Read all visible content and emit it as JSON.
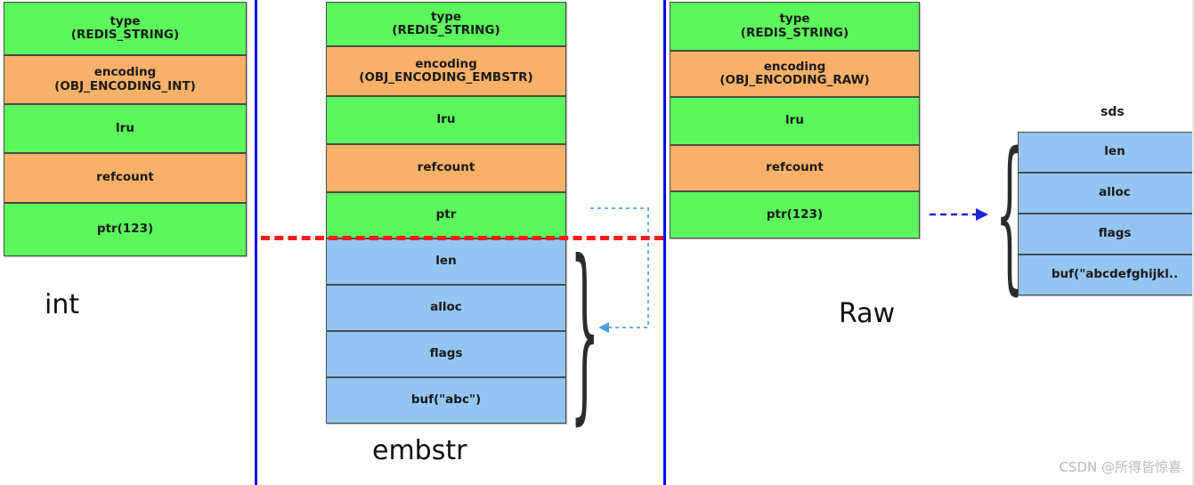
{
  "diagram": {
    "title": "Redis string object encodings",
    "colors": {
      "green": "#5cf75c",
      "orange": "#f9b069",
      "blue": "#94c4f1",
      "divider": "#0000ee",
      "red_rule": "#ff1a1a",
      "arrow_light_blue": "#6aa9e9",
      "arrow_blue": "#2222dd",
      "watermark": "#b9b9b9"
    },
    "dividers": [
      "vertical-blue-divider-1",
      "vertical-blue-divider-2"
    ],
    "red_dashed_rule": "separates redisObject header from embedded sds"
  },
  "columns": [
    {
      "id": "int",
      "caption": "int",
      "rows": [
        {
          "line1": "type",
          "line2": "(REDIS_STRING)",
          "color": "green"
        },
        {
          "line1": "encoding",
          "line2": "(OBJ_ENCODING_INT)",
          "color": "orange"
        },
        {
          "line1": "lru",
          "line2": "",
          "color": "green"
        },
        {
          "line1": "refcount",
          "line2": "",
          "color": "orange"
        },
        {
          "line1": "ptr(123)",
          "line2": "",
          "color": "green"
        }
      ]
    },
    {
      "id": "embstr",
      "caption": "embstr",
      "rows": [
        {
          "line1": "type",
          "line2": "(REDIS_STRING)",
          "color": "green"
        },
        {
          "line1": "encoding",
          "line2": "(OBJ_ENCODING_EMBSTR)",
          "color": "orange"
        },
        {
          "line1": "lru",
          "line2": "",
          "color": "green"
        },
        {
          "line1": "refcount",
          "line2": "",
          "color": "orange"
        },
        {
          "line1": "ptr",
          "line2": "",
          "color": "green"
        },
        {
          "line1": "len",
          "line2": "",
          "color": "blue"
        },
        {
          "line1": "alloc",
          "line2": "",
          "color": "blue"
        },
        {
          "line1": "flags",
          "line2": "",
          "color": "blue"
        },
        {
          "line1": "buf(\"abc\")",
          "line2": "",
          "color": "blue"
        }
      ]
    },
    {
      "id": "raw",
      "caption": "Raw",
      "rows": [
        {
          "line1": "type",
          "line2": "(REDIS_STRING)",
          "color": "green"
        },
        {
          "line1": "encoding",
          "line2": "(OBJ_ENCODING_RAW)",
          "color": "orange"
        },
        {
          "line1": "lru",
          "line2": "",
          "color": "green"
        },
        {
          "line1": "refcount",
          "line2": "",
          "color": "orange"
        },
        {
          "line1": "ptr(123)",
          "line2": "",
          "color": "green"
        }
      ]
    }
  ],
  "sds": {
    "title": "sds",
    "rows": [
      {
        "label": "len"
      },
      {
        "label": "alloc"
      },
      {
        "label": "flags"
      },
      {
        "label": "buf(\"abcdefghijkl.."
      }
    ]
  },
  "arrows": [
    {
      "id": "embstr-ptr-to-sds",
      "style": "dotted",
      "color": "#6aa9e9",
      "from": "embstr ptr row",
      "to": "embstr sds group brace"
    },
    {
      "id": "raw-ptr-to-sds",
      "style": "dashed",
      "color": "#2222dd",
      "from": "raw ptr(123) row",
      "to": "sds block brace"
    }
  ],
  "watermark": {
    "text": "CSDN @所得皆惊喜"
  }
}
